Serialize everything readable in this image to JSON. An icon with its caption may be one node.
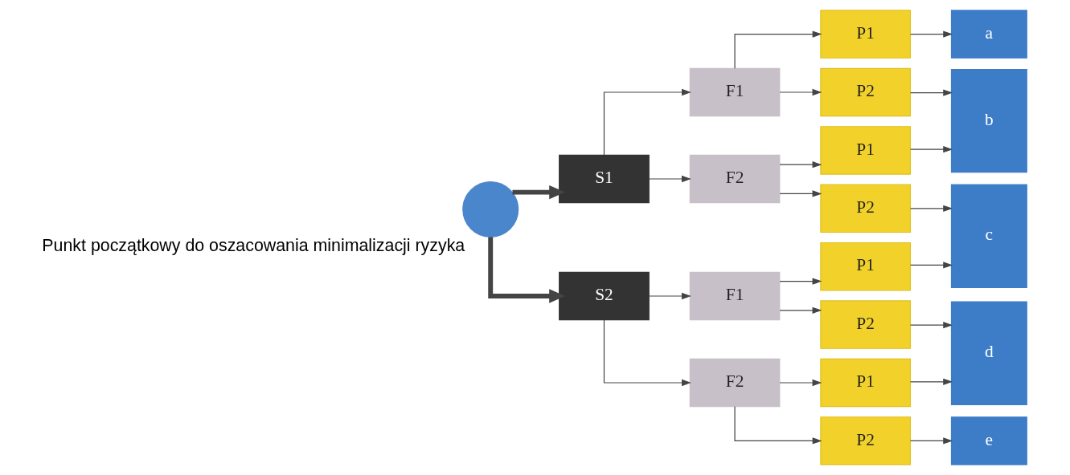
{
  "diagram": {
    "nodes": [
      {
        "text": [],
        "shape": "circle",
        "beside": [
          "Punkt początkowy do oszacowania minimalizacji ryzyka"
        ]
      },
      {
        "text": [
          "S1"
        ]
      },
      {
        "text": [
          "S2"
        ]
      },
      {
        "text": [
          "F1"
        ]
      },
      {
        "text": [
          "F2"
        ]
      },
      {
        "text": [
          "F1"
        ]
      },
      {
        "text": [
          "F2"
        ]
      },
      {
        "text": [
          "P1"
        ]
      },
      {
        "text": [
          "P2"
        ]
      },
      {
        "text": [
          "P1"
        ]
      },
      {
        "text": [
          "P2"
        ]
      },
      {
        "text": [
          "P1"
        ]
      },
      {
        "text": [
          "P2"
        ]
      },
      {
        "text": [
          "P1"
        ]
      },
      {
        "text": [
          "P2"
        ]
      },
      {
        "text": [
          "a"
        ]
      },
      {
        "text": [
          "b"
        ]
      },
      {
        "text": [
          "c"
        ]
      },
      {
        "text": [
          "d"
        ]
      },
      {
        "text": [
          "e"
        ]
      }
    ],
    "edges": [
      {
        "from": 0,
        "to": 1,
        "arrow": "to",
        "style": "thick"
      },
      {
        "from": 0,
        "to": 2,
        "arrow": "to",
        "style": "thick"
      },
      {
        "from": 1,
        "to": 3,
        "arrow": "to"
      },
      {
        "from": 1,
        "to": 4,
        "arrow": "to"
      },
      {
        "from": 2,
        "to": 5,
        "arrow": "to"
      },
      {
        "from": 2,
        "to": 6,
        "arrow": "to"
      },
      {
        "from": 3,
        "to": 7,
        "arrow": "to"
      },
      {
        "from": 3,
        "to": 8,
        "arrow": "to"
      },
      {
        "from": 4,
        "to": 9,
        "arrow": "to"
      },
      {
        "from": 4,
        "to": 10,
        "arrow": "to"
      },
      {
        "from": 5,
        "to": 11,
        "arrow": "to"
      },
      {
        "from": 5,
        "to": 12,
        "arrow": "to"
      },
      {
        "from": 6,
        "to": 13,
        "arrow": "to"
      },
      {
        "from": 6,
        "to": 14,
        "arrow": "to"
      },
      {
        "from": 7,
        "to": 15,
        "arrow": "to"
      },
      {
        "from": 8,
        "to": 16,
        "arrow": "to"
      },
      {
        "from": 9,
        "to": 16,
        "arrow": "to"
      },
      {
        "from": 10,
        "to": 17,
        "arrow": "to"
      },
      {
        "from": 11,
        "to": 17,
        "arrow": "to"
      },
      {
        "from": 12,
        "to": 18,
        "arrow": "to"
      },
      {
        "from": 13,
        "to": 18,
        "arrow": "to"
      },
      {
        "from": 14,
        "to": 19,
        "arrow": "to"
      }
    ]
  }
}
